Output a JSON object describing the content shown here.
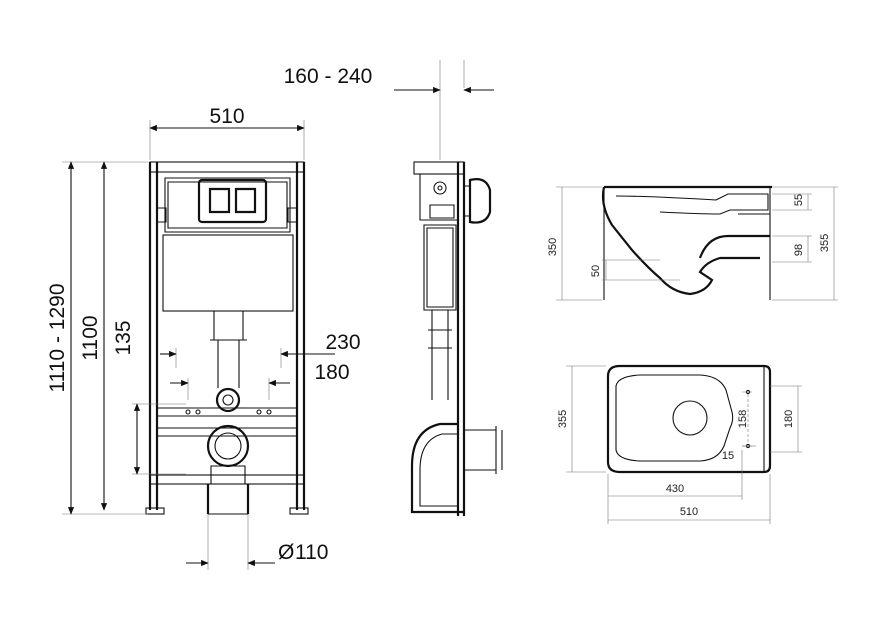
{
  "front": {
    "width": "510",
    "height_total": "1110 - 1290",
    "height_frame": "1100",
    "height_low": "135",
    "w_230": "230",
    "w_180": "180",
    "pipe": "110",
    "diameter_symbol": "Ø"
  },
  "side": {
    "depth": "160 - 240"
  },
  "bowl_side": {
    "h_350": "350",
    "h_355": "355",
    "h_55": "55",
    "h_98": "98",
    "h_50": "50"
  },
  "bowl_top": {
    "h_355": "355",
    "h_158": "158",
    "h_180": "180",
    "w_15": "15",
    "w_430": "430",
    "w_510": "510"
  },
  "colors": {
    "line": "#111111",
    "thin": "#777777"
  }
}
